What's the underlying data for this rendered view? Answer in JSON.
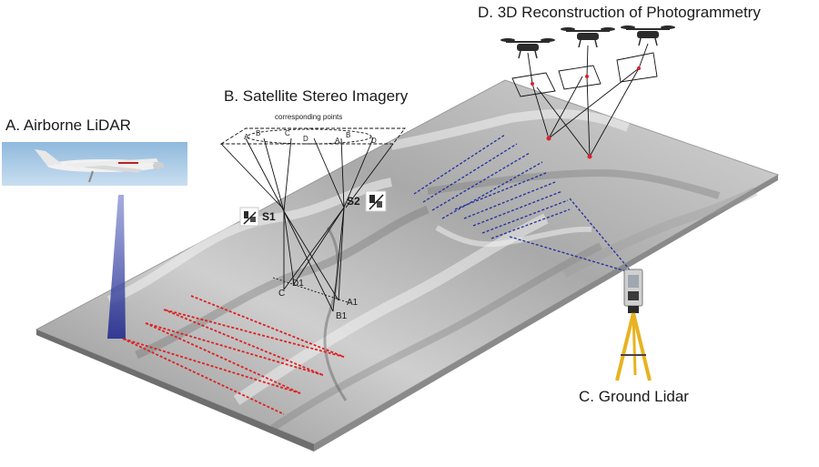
{
  "labels": {
    "airborne": "A. Airborne LiDAR",
    "satellite": "B. Satellite Stereo Imagery",
    "ground": "C. Ground Lidar",
    "photogrammetry": "D. 3D Reconstruction of Photogrammetry"
  },
  "satellite": {
    "top_caption": "corresponding points",
    "s1": "S1",
    "s2": "S2",
    "points_top": [
      "A",
      "B",
      "C",
      "D",
      "A",
      "B",
      "D"
    ],
    "point_a1": "A1",
    "point_b1": "B1",
    "point_c1": "C",
    "point_d1": "D1"
  },
  "colors": {
    "terrain_light": "#d9d9d9",
    "terrain_dark": "#7a7a7a",
    "airborne_lines": "#e02020",
    "ground_lines": "#1f2fa0",
    "lidar_beam": "#3a44a8",
    "tripod": "#e8b321",
    "photo_points": "#e0202a"
  }
}
